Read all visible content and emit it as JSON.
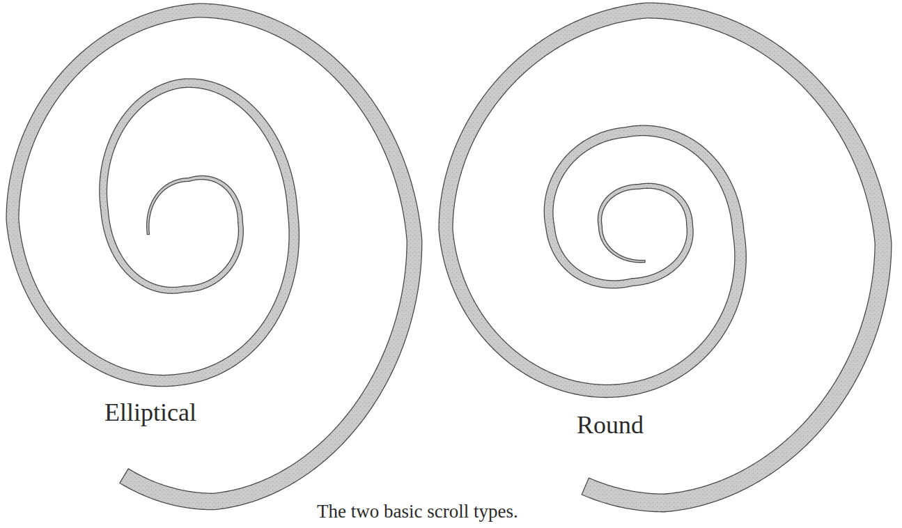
{
  "diagram": {
    "caption": "The two basic scroll types.",
    "labels": [
      "Elliptical",
      "Round"
    ]
  }
}
